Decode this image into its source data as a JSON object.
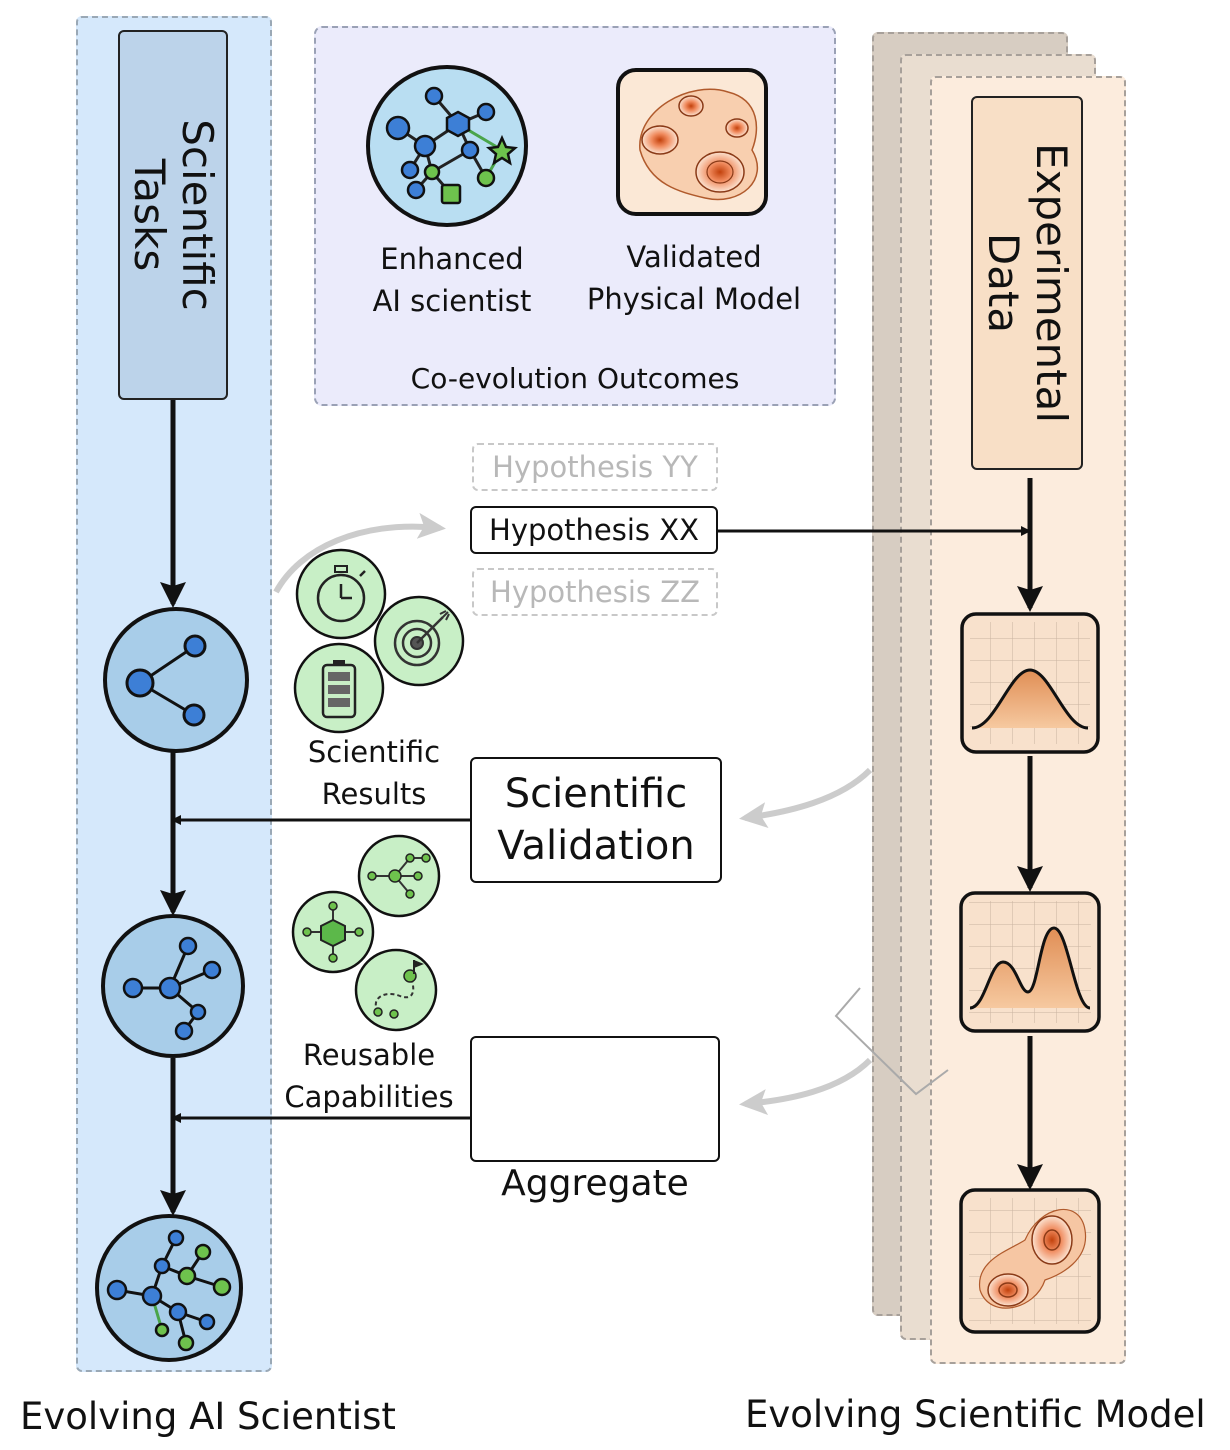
{
  "left_panel": {
    "tasks_label": "Scientific\nTasks",
    "caption": "Evolving AI Scientist"
  },
  "right_panel": {
    "data_label": "Experimental\nData",
    "caption": "Evolving Scientific Model"
  },
  "outcomes": {
    "title": "Co-evolution Outcomes",
    "items": [
      {
        "label_line1": "Enhanced",
        "label_line2": "AI scientist"
      },
      {
        "label_line1": "Validated",
        "label_line2": "Physical Model"
      }
    ]
  },
  "hypotheses": {
    "ghost_top": "Hypothesis YY",
    "main": "Hypothesis XX",
    "ghost_bottom": "Hypothesis ZZ"
  },
  "results": {
    "label_line1": "Scientific",
    "label_line2": "Results"
  },
  "validation": {
    "label_line1": "Scientific",
    "label_line2": "Validation"
  },
  "capabilities": {
    "label_line1": "Reusable",
    "label_line2": "Capabilities"
  },
  "aggregate": {
    "label": "Aggregate"
  },
  "colors": {
    "blue_panel": "#d5e8fb",
    "peach_panel": "#fcecdd",
    "node_blue": "#3d7fd6",
    "node_green": "#6ec24d",
    "arrow": "#111111",
    "gray_arrow": "#cccccc"
  }
}
